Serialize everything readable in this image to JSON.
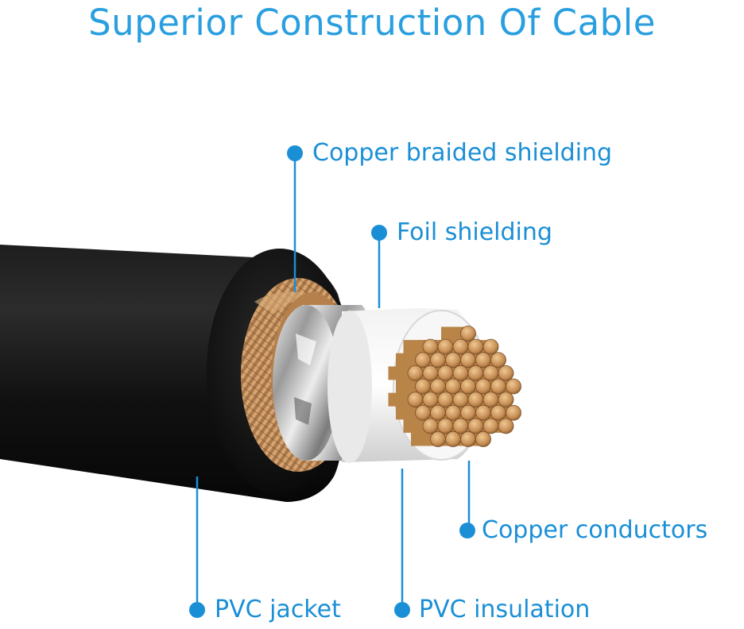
{
  "title": "Superior Construction Of Cable",
  "colors": {
    "accent": "#1a8fd6",
    "jacket": "#141414",
    "copper": "#c9955a",
    "insulation": "#eeeeee"
  },
  "labels": {
    "copper_braided_shielding": "Copper braided shielding",
    "foil_shielding": "Foil shielding",
    "copper_conductors": "Copper conductors",
    "pvc_jacket": "PVC jacket",
    "pvc_insulation": "PVC insulation"
  }
}
